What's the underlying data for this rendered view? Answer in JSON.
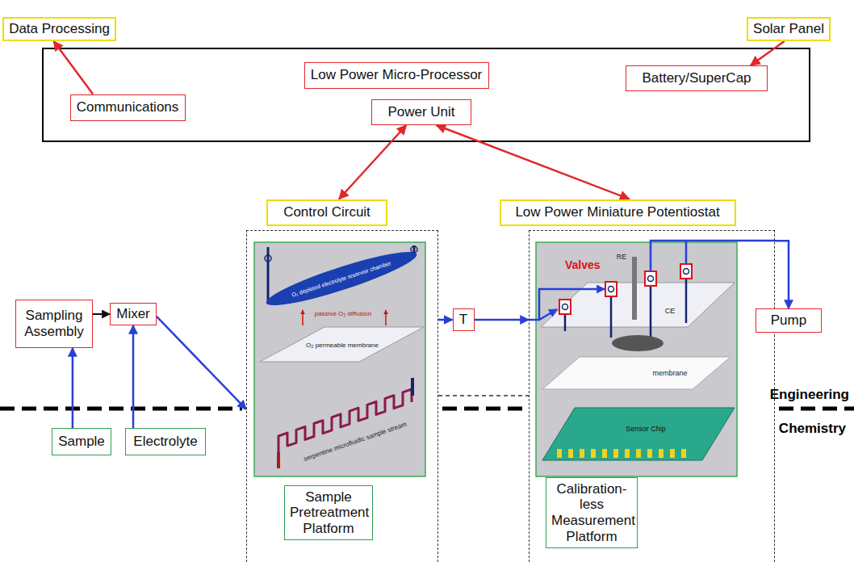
{
  "diagram": {
    "nodes": [
      {
        "text": [
          "Data Processing"
        ]
      },
      {
        "text": [
          "Solar Panel"
        ]
      },
      {
        "text": [
          "Communications"
        ]
      },
      {
        "text": [
          "Low Power Micro-Processor"
        ]
      },
      {
        "text": [
          "Power Unit"
        ]
      },
      {
        "text": [
          "Battery/SuperCap"
        ]
      },
      {
        "text": [
          "Control Circuit"
        ]
      },
      {
        "text": [
          "Low Power Miniature Potentiostat"
        ]
      },
      {
        "text": [
          "Sampling Assembly"
        ]
      },
      {
        "text": [
          "Mixer"
        ]
      },
      {
        "text": [
          "Sample Pretreatment Platform"
        ]
      },
      {
        "text": [
          "T"
        ]
      },
      {
        "text": [
          "Calibration-less Measurement Platform"
        ]
      },
      {
        "text": [
          "Pump"
        ]
      },
      {
        "text": [
          "Sample"
        ]
      },
      {
        "text": [
          "Electrolyte"
        ]
      }
    ],
    "edges": [
      {
        "from": 2,
        "to": 0,
        "arrow": "to"
      },
      {
        "from": 1,
        "to": 5,
        "arrow": "to"
      },
      {
        "from": 4,
        "to": 6,
        "arrow": "both"
      },
      {
        "from": 4,
        "to": 7,
        "arrow": "both"
      },
      {
        "from": 8,
        "to": 9,
        "arrow": "to"
      },
      {
        "from": 14,
        "to": 8,
        "arrow": "to"
      },
      {
        "from": 15,
        "to": 9,
        "arrow": "to"
      },
      {
        "from": 9,
        "to": 10,
        "arrow": "to"
      },
      {
        "from": 10,
        "to": 11,
        "arrow": "to"
      },
      {
        "from": 11,
        "to": 12,
        "arrow": "to"
      },
      {
        "from": 12,
        "to": 13,
        "arrow": "to"
      }
    ],
    "labels": [
      "Engineering",
      "Chemistry",
      "Valves",
      "O₂ depleted electrolyte reservoir chamber",
      "passive O₂ diffusion",
      "O₂ permeable membrane",
      "serpentine microfluidic sample stream",
      "RE",
      "CE",
      "membrane",
      "Sensor Chip"
    ]
  }
}
